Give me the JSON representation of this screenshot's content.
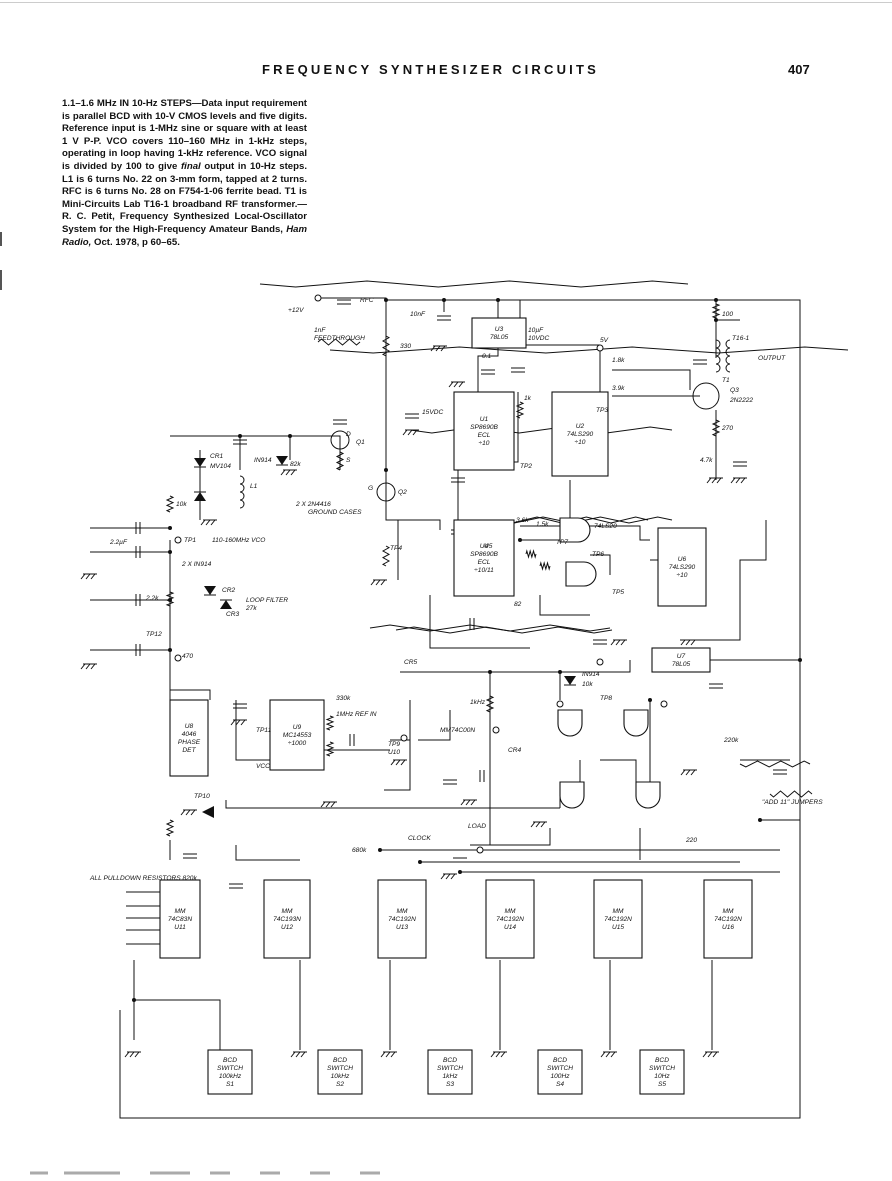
{
  "header": {
    "running_head": "FREQUENCY SYNTHESIZER CIRCUITS",
    "page_number": "407"
  },
  "caption": {
    "title": "1.1–1.6 MHz IN 10-Hz STEPS",
    "body_1": "—Data input requirement is parallel BCD with 10-V CMOS levels and five digits. Reference input is 1-MHz sine or square with at least 1 V P-P. VCO covers 110–160 MHz in 1-kHz steps, operating in loop having 1-kHz reference. VCO signal is divided by 100 to give ",
    "body_final": "final",
    "body_2": " output in 10-Hz steps. L1 is 6 turns No. 22 on 3-mm form, tapped at 2 turns. RFC is 6 turns No. 28 on F754-1-06 ferrite bead. T1 is Mini-Circuits Lab T16-1 broadband RF transformer.—R. C. Petit, Frequency Synthesized Local-Oscillator System for the High-Frequency Amateur Bands, ",
    "source": "Ham Radio,",
    "body_3": " Oct. 1978, p 60–65."
  },
  "chips": [
    {
      "lines": [
        "U3",
        "78L05"
      ]
    },
    {
      "lines": [
        "U1",
        "SP8690B",
        "ECL",
        "÷10"
      ]
    },
    {
      "lines": [
        "U2",
        "74LS290",
        "÷10"
      ]
    },
    {
      "lines": [
        "U4",
        "SP8690B",
        "ECL",
        "÷10/11"
      ]
    },
    {
      "lines": [
        "U6",
        "74LS290",
        "÷10"
      ]
    },
    {
      "lines": [
        "U7",
        "78L05"
      ]
    },
    {
      "lines": [
        "U8",
        "4046",
        "PHASE",
        "DET"
      ]
    },
    {
      "lines": [
        "U9",
        "MC14553",
        "÷1000"
      ]
    },
    {
      "lines": [
        "MM",
        "74C83N",
        "U11"
      ]
    },
    {
      "lines": [
        "MM",
        "74C193N",
        "U12"
      ]
    },
    {
      "lines": [
        "MM",
        "74C192N",
        "U13"
      ]
    },
    {
      "lines": [
        "MM",
        "74C192N",
        "U14"
      ]
    },
    {
      "lines": [
        "MM",
        "74C192N",
        "U15"
      ]
    },
    {
      "lines": [
        "MM",
        "74C192N",
        "U16"
      ]
    },
    {
      "lines": [
        "BCD",
        "SWITCH",
        "100kHz",
        "S1"
      ]
    },
    {
      "lines": [
        "BCD",
        "SWITCH",
        "10kHz",
        "S2"
      ]
    },
    {
      "lines": [
        "BCD",
        "SWITCH",
        "1kHz",
        "S3"
      ]
    },
    {
      "lines": [
        "BCD",
        "SWITCH",
        "100Hz",
        "S4"
      ]
    },
    {
      "lines": [
        "BCD",
        "SWITCH",
        "10Hz",
        "S5"
      ]
    }
  ],
  "labels": [
    "+12V",
    "RFC",
    "1nF",
    "FEEDTHROUGH",
    "10nF",
    "330",
    "10µF",
    "10VDC",
    "5V",
    "100",
    "T16-1",
    "OUTPUT",
    "T1",
    "Q3",
    "2N2222",
    "1.8k",
    "3.9k",
    "TP3",
    "1k",
    "TP2",
    "0.1",
    "15VDC",
    "D",
    "Q1",
    "S",
    "G",
    "Q2",
    "CR1",
    "MV104",
    "IN914",
    "82k",
    "L1",
    "10k",
    "2 X 2N4416",
    "GROUND CASES",
    "TP1",
    "110-160MHz VCO",
    "2.2µF",
    "2 X IN914",
    "CR2",
    "CR3",
    "LOOP FILTER",
    "27k",
    "2.2k",
    "TP12",
    "470",
    "TP4",
    "3.6k",
    "1.5k",
    "TP7",
    "U5",
    "74LS20",
    "TP6",
    "TP5",
    "82",
    "270",
    "4.7k",
    "CR5",
    "IN914",
    "10k",
    "1kHz",
    "TP11",
    "VCC",
    "330k",
    "1MHz REF IN",
    "TP9",
    "U10",
    "MM74C00N",
    "TP8",
    "CR4",
    "220k",
    "TP10",
    "LOAD",
    "CLOCK",
    "220",
    "680k",
    "\"ADD 11\" JUMPERS",
    "ALL PULLDOWN RESISTORS 820k"
  ]
}
